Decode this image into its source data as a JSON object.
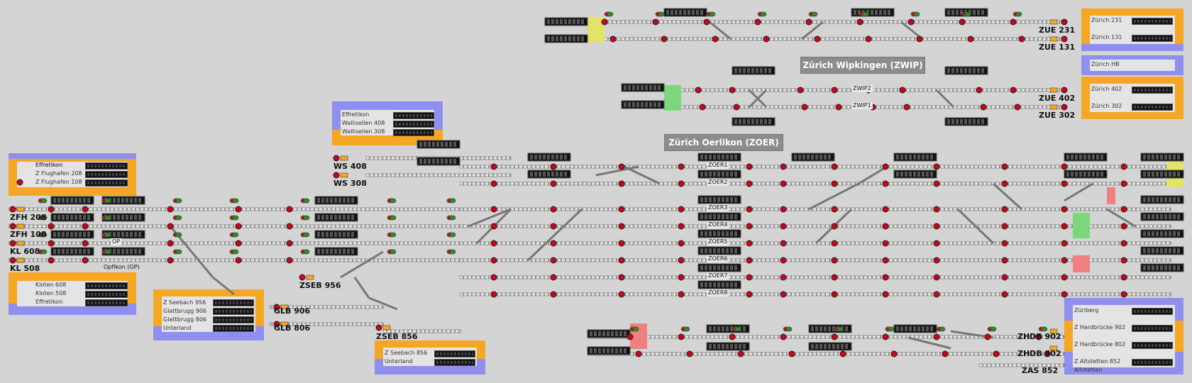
{
  "station_titles": {
    "wipkingen": "Zürich Wipkingen (ZWIP)",
    "oerlikon": "Zürich Oerlikon (ZOER)"
  },
  "panels": {
    "left_top": [
      "Effretikon",
      "Z Flughafen 208",
      "Z Flughafen 108"
    ],
    "left_bottom": [
      "Kloten 608",
      "Kloten 508",
      "Effretikon"
    ],
    "wallisellen": [
      "Effretikon",
      "Wallisellen 408",
      "Wallisellen 308"
    ],
    "seebach": [
      "Z Seebach 956",
      "Glattbrugg 906",
      "Glattbrugg 806",
      "Unterland"
    ],
    "seebach2": [
      "Z Seebach 856",
      "Unterland"
    ],
    "zuerich_top": [
      "Zürich 231",
      "Zürich 131"
    ],
    "zuerich_hb": [
      "Zürich HB"
    ],
    "zuerich_mid": [
      "Zürich 402",
      "Zürich 302"
    ],
    "right_bottom": [
      "Züriberg",
      "Z Hardbrücke 902",
      "Z Hardbrücke 802",
      "Z Altstetten 852",
      "Altstetten"
    ]
  },
  "entry_labels": {
    "zfh208": "ZFH 208",
    "zfh108": "ZFH 108",
    "kl608": "KL 608",
    "kl508": "KL 508",
    "ws408": "WS 408",
    "ws308": "WS 308",
    "zseb956": "ZSEB 956",
    "glb906": "GLB 906",
    "glb806": "GLB 806",
    "zseb856": "ZSEB 856",
    "zue231": "ZUE 231",
    "zue131": "ZUE 131",
    "zue402": "ZUE 402",
    "zue302": "ZUE 302",
    "zhdb902": "ZHDB 902",
    "zhdb802": "ZHDB 802",
    "zas852": "ZAS 852"
  },
  "track_labels": {
    "zoer1": "ZOER1",
    "zoer2": "ZOER2",
    "zoer3": "ZOER3",
    "zoer4": "ZOER4",
    "zoer5": "ZOER5",
    "zoer6": "ZOER6",
    "zoer7": "ZOER7",
    "zoer8": "ZOER8",
    "zwip2": "ZWIP2",
    "zwip1": "ZWIP1",
    "op": "OP",
    "opfikon": "Opfikon (OP)"
  },
  "colors": {
    "blue_panel": "#8f8fef",
    "orange_panel": "#f5a623",
    "signal_red": "#d0021b",
    "signal_green": "#2e8b2e",
    "zone_green": "#7cd77c",
    "zone_red": "#f08080",
    "zone_yellow": "#e3e36a",
    "track": "#8a8a8a"
  }
}
